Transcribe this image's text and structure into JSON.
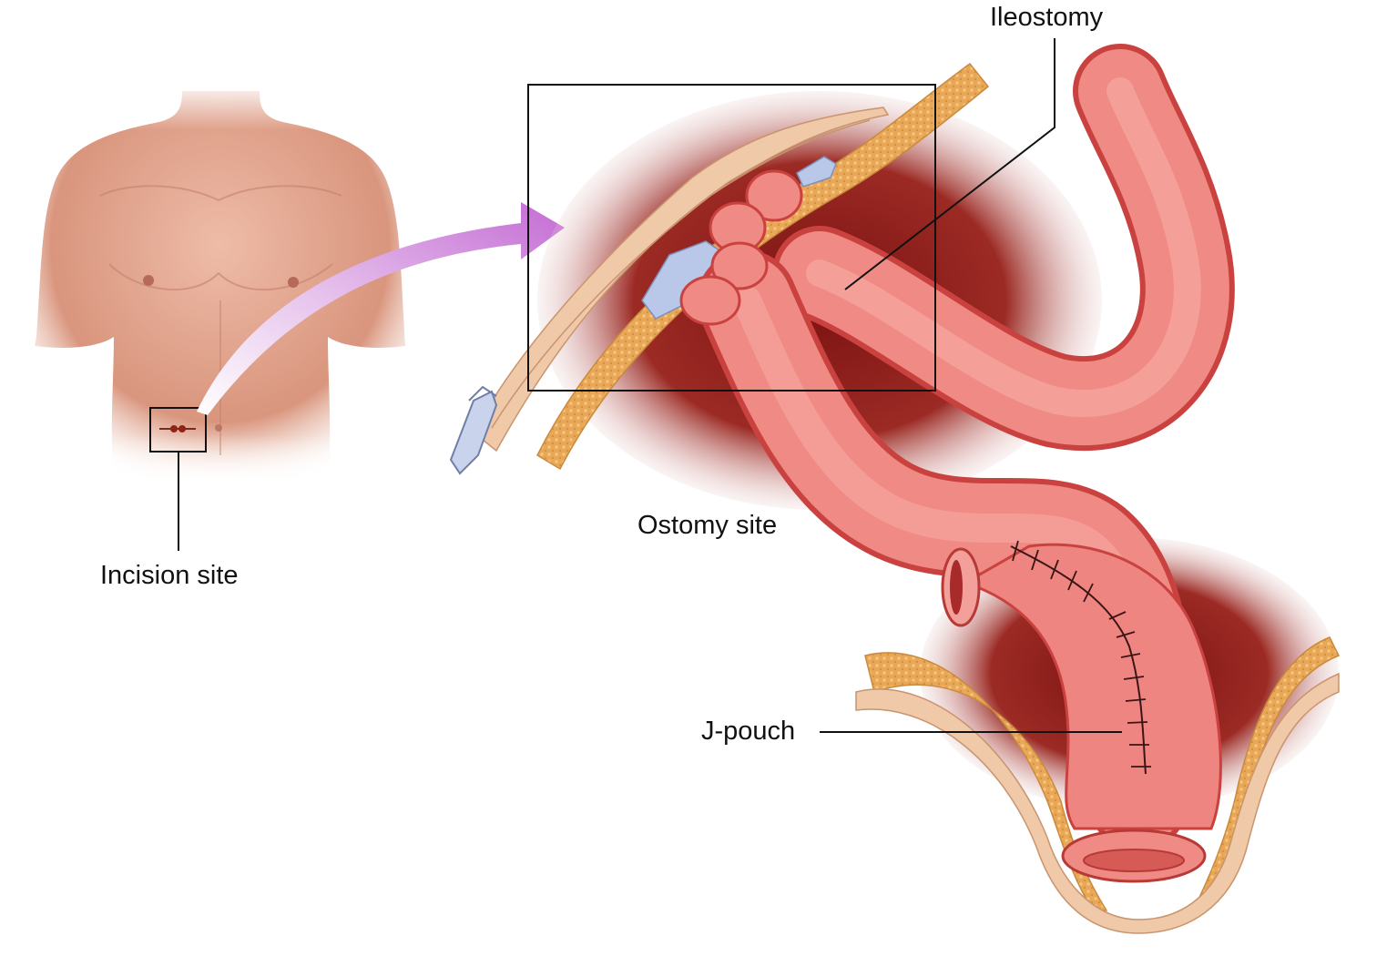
{
  "labels": {
    "ileostomy": "Ileostomy",
    "ostomy_site": "Ostomy site",
    "incision_site": "Incision site",
    "j_pouch": "J-pouch"
  },
  "colors": {
    "skin": "#e4a994",
    "fat": "#e8a95a",
    "cavity": "#8a1a1a",
    "intestine": "#ee7a76",
    "arrow": "#c97ad8",
    "clamp": "#b9c7e8"
  }
}
